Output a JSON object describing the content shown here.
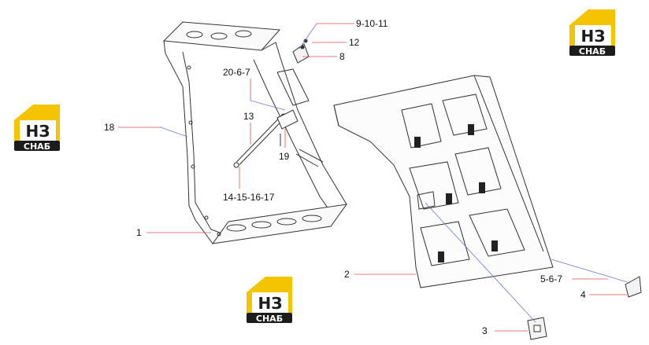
{
  "logo": {
    "letters": "НЗ",
    "caption": "СНАБ"
  },
  "callouts": [
    {
      "id": "c-9-10-11",
      "text": "9-10-11"
    },
    {
      "id": "c-12",
      "text": "12"
    },
    {
      "id": "c-8",
      "text": "8"
    },
    {
      "id": "c-20-6-7",
      "text": "20-6-7"
    },
    {
      "id": "c-13",
      "text": "13"
    },
    {
      "id": "c-18",
      "text": "18"
    },
    {
      "id": "c-19",
      "text": "19"
    },
    {
      "id": "c-14-15-16-17",
      "text": "14-15-16-17"
    },
    {
      "id": "c-1",
      "text": "1"
    },
    {
      "id": "c-2",
      "text": "2"
    },
    {
      "id": "c-5-6-7",
      "text": "5-6-7"
    },
    {
      "id": "c-4",
      "text": "4"
    },
    {
      "id": "c-3",
      "text": "3"
    }
  ],
  "colors": {
    "leader": "#d9534f",
    "logo_yellow": "#f4c400",
    "logo_dark": "#1c1c1c",
    "line": "#333333",
    "axis": "#6b7bd6"
  }
}
